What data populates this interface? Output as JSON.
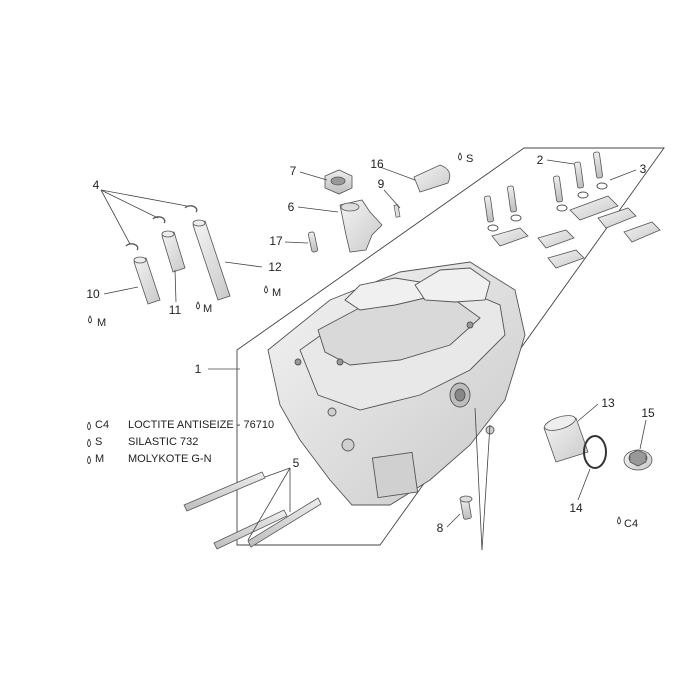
{
  "callouts": {
    "n1": "1",
    "n2": "2",
    "n3": "3",
    "n4": "4",
    "n5": "5",
    "n6": "6",
    "n7": "7",
    "n8": "8",
    "n9": "9",
    "n10": "10",
    "n11": "11",
    "n12": "12",
    "n13": "13",
    "n14": "14",
    "n15": "15",
    "n16": "16",
    "n17": "17"
  },
  "material_marks": {
    "m_10": "M",
    "m_11": "M",
    "m_12": "M",
    "s_16": "S",
    "c4_15": "C4"
  },
  "legend": [
    {
      "code": "C4",
      "text": "LOCTITE ANTISEIZE - 76710"
    },
    {
      "code": "S",
      "text": "SILASTIC 732"
    },
    {
      "code": "M",
      "text": "MOLYKOTE G-N"
    }
  ]
}
